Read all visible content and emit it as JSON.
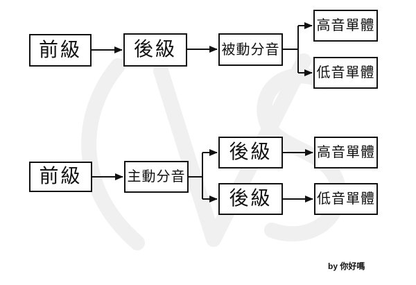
{
  "diagram": {
    "description": "speaker-crossover-flowchart",
    "nodes": {
      "top_pre": "前級",
      "top_power": "後級",
      "top_passive_xover": "被動分音",
      "top_tweeter": "高音單體",
      "top_woofer": "低音單體",
      "bottom_pre": "前級",
      "bottom_active_xover": "主動分音",
      "bottom_power_high": "後級",
      "bottom_power_low": "後級",
      "bottom_tweeter": "高音單體",
      "bottom_woofer": "低音單體"
    },
    "credit": "by 你好嗎",
    "watermark_text": "VS",
    "colors": {
      "line": "#111111",
      "box_border": "#111111",
      "watermark": "#f0f0f0",
      "background": "#ffffff"
    }
  }
}
